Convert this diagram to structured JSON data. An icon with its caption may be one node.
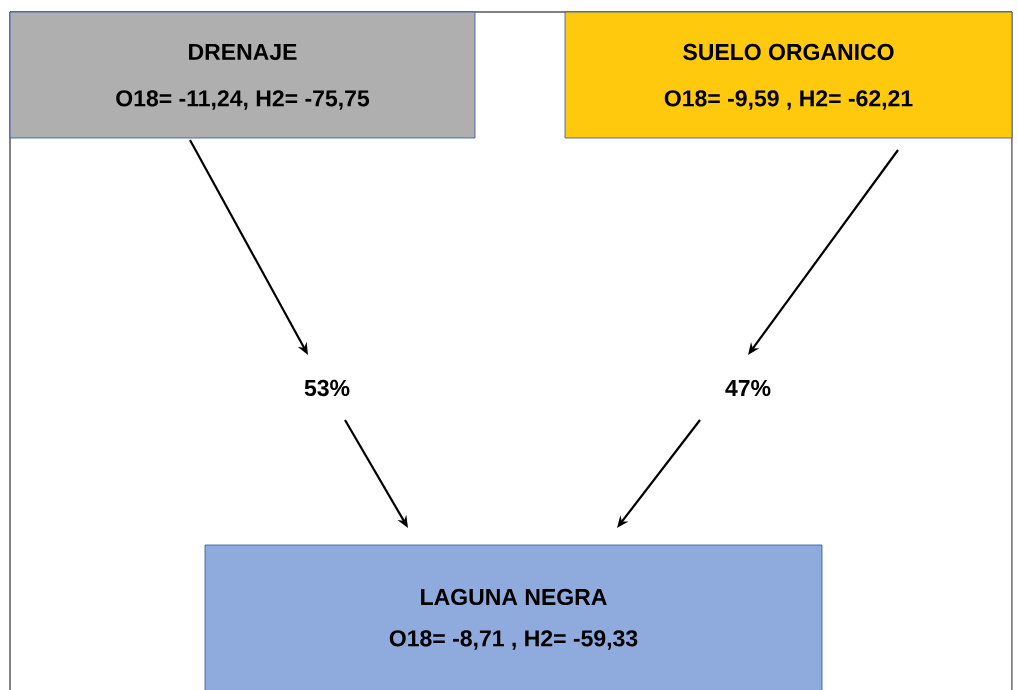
{
  "diagram": {
    "nodes": [
      {
        "text": [
          "DRENAJE",
          "O18= -11,24, H2= -75,75"
        ]
      },
      {
        "text": [
          "SUELO ORGANICO",
          "O18= -9,59 , H2= -62,21"
        ]
      },
      {
        "text": [
          "53%"
        ]
      },
      {
        "text": [
          "47%"
        ]
      },
      {
        "text": [
          "LAGUNA NEGRA",
          "O18= -8,71 , H2= -59,33"
        ]
      }
    ],
    "edges": [
      {
        "from": 0,
        "to": 2,
        "arrow": "to"
      },
      {
        "from": 2,
        "to": 4,
        "arrow": "to"
      },
      {
        "from": 1,
        "to": 3,
        "arrow": "to"
      },
      {
        "from": 3,
        "to": 4,
        "arrow": "to"
      }
    ]
  }
}
